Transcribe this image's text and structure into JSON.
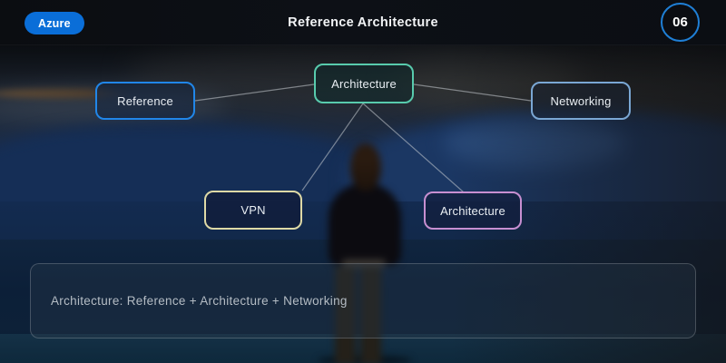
{
  "header": {
    "brand_label": "Azure",
    "title": "Reference Architecture",
    "slide_badge": "06"
  },
  "colors": {
    "brand_blue": "#0a6ed8",
    "badge_border": "#1f7fd6"
  },
  "diagram": {
    "edge_color": "#c8cdd2",
    "nodes": [
      {
        "id": "reference",
        "label": "Reference",
        "border_color": "#2186e8"
      },
      {
        "id": "architecture-top",
        "label": "Architecture",
        "border_color": "#58cbad"
      },
      {
        "id": "networking",
        "label": "Networking",
        "border_color": "#7aa7d4"
      },
      {
        "id": "vpn",
        "label": "VPN",
        "border_color": "#ded9a6"
      },
      {
        "id": "architecture-bottom",
        "label": "Architecture",
        "border_color": "#c78fd1"
      }
    ]
  },
  "footer": {
    "formula": "Architecture: Reference + Architecture + Networking"
  }
}
